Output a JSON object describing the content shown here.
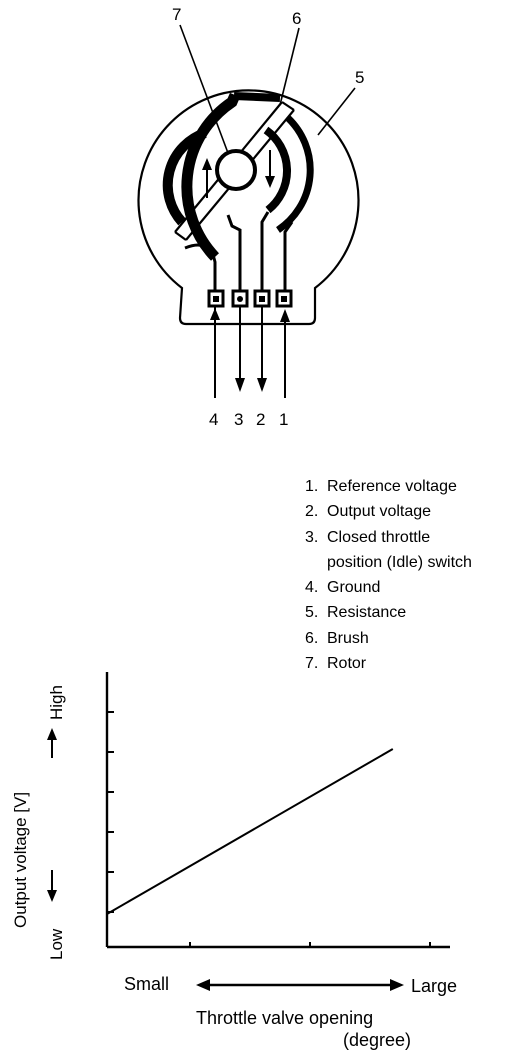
{
  "diagram": {
    "callouts": [
      "7",
      "6",
      "5"
    ],
    "terminals": [
      "4",
      "3",
      "2",
      "1"
    ]
  },
  "legend": [
    {
      "num": "1.",
      "text": "Reference voltage"
    },
    {
      "num": "2.",
      "text": "Output voltage"
    },
    {
      "num": "3.",
      "text": "Closed throttle"
    },
    {
      "num": "",
      "text": "position (Idle) switch"
    },
    {
      "num": "4.",
      "text": "Ground"
    },
    {
      "num": "5.",
      "text": "Resistance"
    },
    {
      "num": "6.",
      "text": "Brush"
    },
    {
      "num": "7.",
      "text": "Rotor"
    }
  ],
  "chart_data": {
    "type": "line",
    "xlabel_line1": "Throttle valve opening",
    "xlabel_line2": "(degree)",
    "ylabel": "Output voltage [V]",
    "x_low": "Small",
    "x_high": "Large",
    "y_low": "Low",
    "y_high": "High",
    "x": [
      0,
      1
    ],
    "y": [
      0.12,
      0.72
    ],
    "xlim": [
      0,
      1.2
    ],
    "ylim": [
      0,
      1
    ]
  }
}
